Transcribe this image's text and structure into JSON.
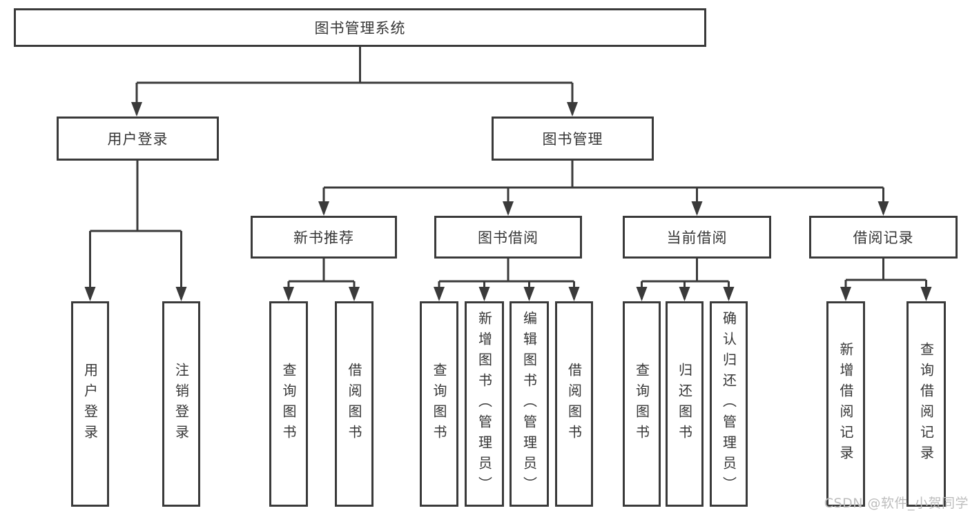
{
  "diagram": {
    "type": "hierarchy-tree",
    "line_color": "#3a3a3a",
    "text_color": "#363636",
    "box_background": "#ffffff"
  },
  "tree": {
    "root": {
      "label": "图书管理系统",
      "children": [
        {
          "label": "用户登录",
          "children": [
            {
              "label": "用户登录"
            },
            {
              "label": "注销登录"
            }
          ]
        },
        {
          "label": "图书管理",
          "children": [
            {
              "label": "新书推荐",
              "children": [
                {
                  "label": "查询图书"
                },
                {
                  "label": "借阅图书"
                }
              ]
            },
            {
              "label": "图书借阅",
              "children": [
                {
                  "label": "查询图书"
                },
                {
                  "label": "新增图书（管理员）"
                },
                {
                  "label": "编辑图书（管理员）"
                },
                {
                  "label": "借阅图书"
                }
              ]
            },
            {
              "label": "当前借阅",
              "children": [
                {
                  "label": "查询图书"
                },
                {
                  "label": "归还图书"
                },
                {
                  "label": "确认归还（管理员）"
                }
              ]
            },
            {
              "label": "借阅记录",
              "children": [
                {
                  "label": "新增借阅记录"
                },
                {
                  "label": "查询借阅记录"
                }
              ]
            }
          ]
        }
      ]
    }
  },
  "watermark": {
    "text": "CSDN @软件_小贺同学",
    "color": "#bdbdbd"
  }
}
